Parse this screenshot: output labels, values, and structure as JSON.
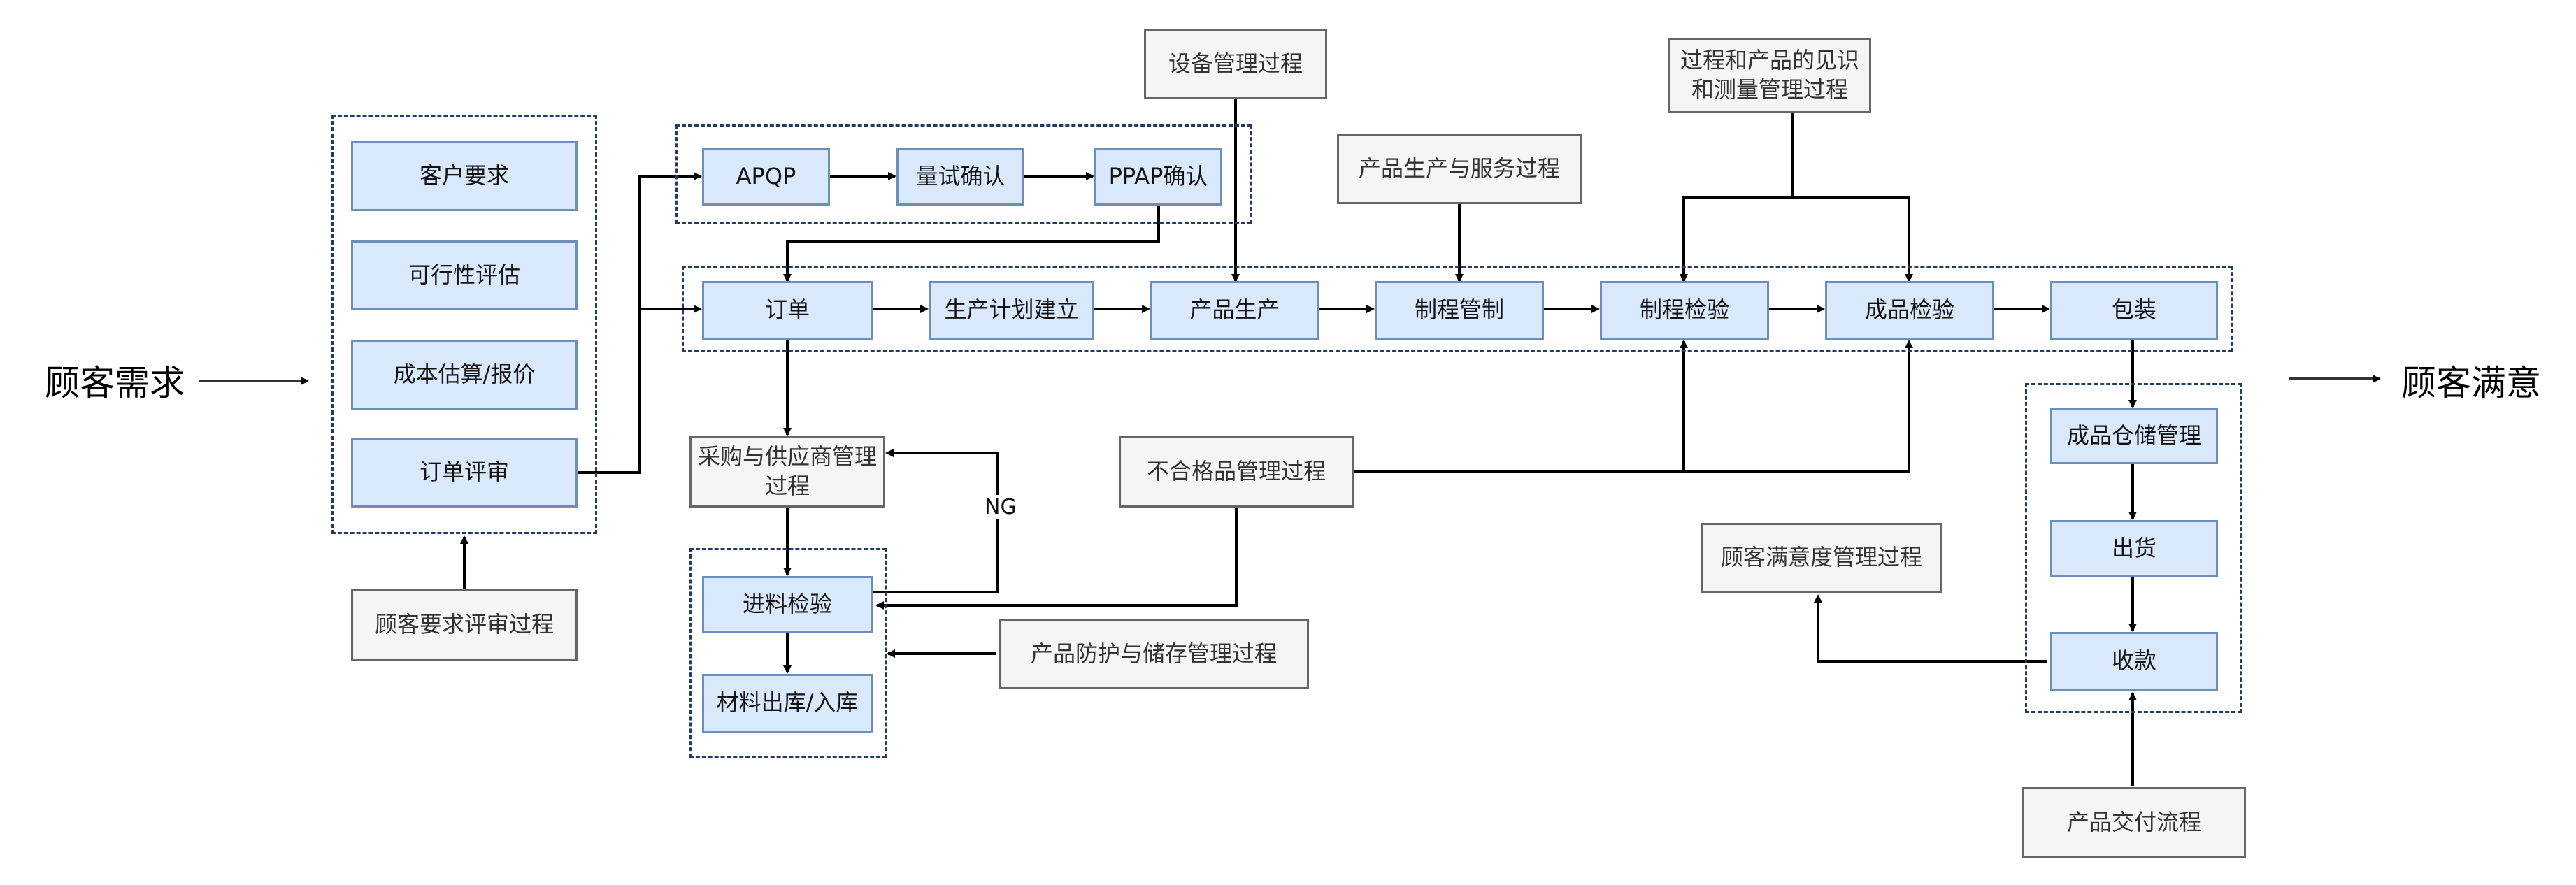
{
  "side": {
    "input": "顾客需求",
    "output": "顾客满意"
  },
  "nodes": {
    "customer_req": "客户要求",
    "feasibility": "可行性评估",
    "cost_quote": "成本估算/报价",
    "order_review": "订单评审",
    "order_review_process": "顾客要求评审过程",
    "apqp": "APQP",
    "trial": "量试确认",
    "ppap": "PPAP确认",
    "order": "订单",
    "plan": "生产计划建立",
    "production": "产品生产",
    "process_control": "制程管制",
    "process_inspect": "制程检验",
    "final_inspect": "成品检验",
    "packing": "包装",
    "equipment": "设备管理过程",
    "prod_service": "产品生产与服务过程",
    "measure": "过程和产品的见识和测量管理过程",
    "purchase": "采购与供应商管理过程",
    "incoming": "进料检验",
    "material_out": "材料出库/入库",
    "nonconform": "不合格品管理过程",
    "protection": "产品防护与储存管理过程",
    "storage": "成品仓储管理",
    "shipping": "出货",
    "payment": "收款",
    "satisfaction": "顾客满意度管理过程",
    "delivery": "产品交付流程"
  },
  "labels": {
    "ng": "NG"
  }
}
